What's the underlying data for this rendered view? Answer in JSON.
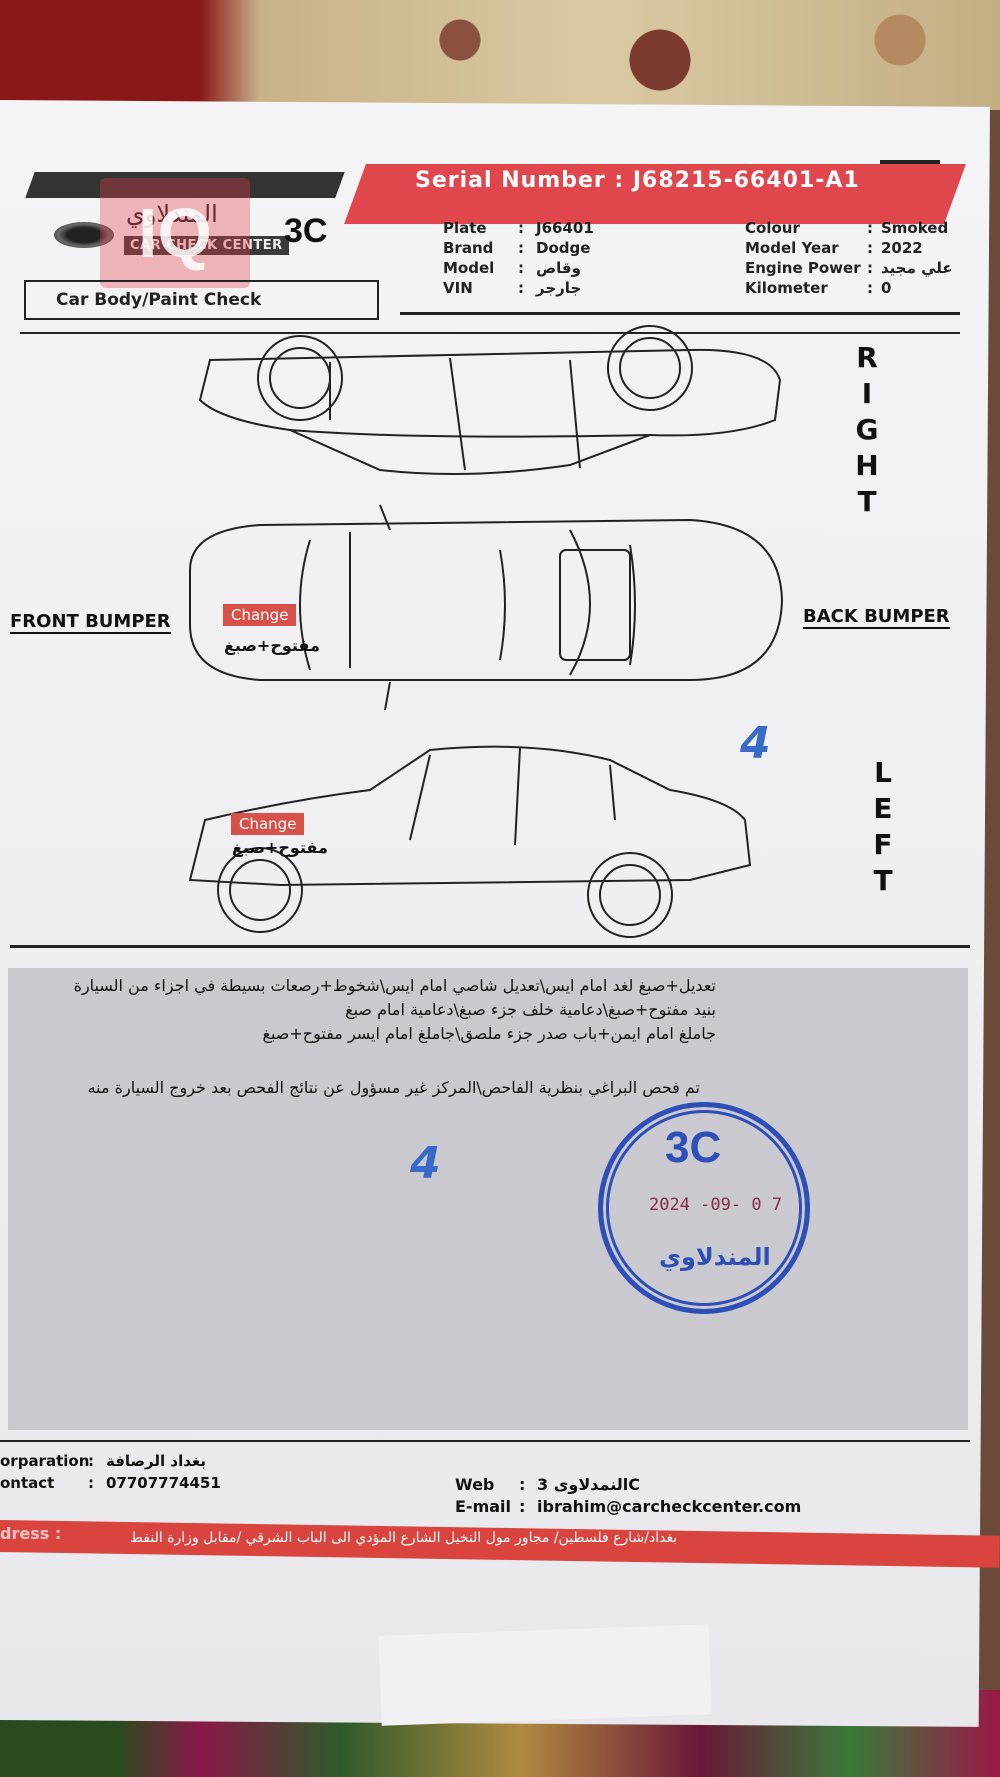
{
  "header": {
    "serial_label": "Serial Number :",
    "serial_value": "J68215-66401-A1",
    "logo_arabic": "المندلاوي",
    "logo_sub": "CAR CHECK CENTER",
    "logo_brand": "3C",
    "watermark": "IQ",
    "section_title": "Car Body/Paint Check"
  },
  "vehicle": {
    "left": [
      {
        "label": "Plate",
        "value": "J66401"
      },
      {
        "label": "Brand",
        "value": "Dodge"
      },
      {
        "label": "Model",
        "value": "وقاص"
      },
      {
        "label": "VIN",
        "value": "جارجر"
      }
    ],
    "right": [
      {
        "label": "Colour",
        "value": "Smoked"
      },
      {
        "label": "Model Year",
        "value": "2022"
      },
      {
        "label": "Engine Power",
        "value": "علي مجيد"
      },
      {
        "label": "Kilometer",
        "value": "0"
      }
    ]
  },
  "diagram": {
    "right_label": "RIGHT",
    "left_label": "LEFT",
    "front_bumper": "FRONT BUMPER",
    "back_bumper": "BACK BUMPER",
    "change_tag": "Change",
    "repair_note": "مفتوح+صبغ",
    "handwritten_mark": "4"
  },
  "notes": {
    "lines": [
      "تعديل+صبغ لغد امام ايس\\تعديل شاصي امام ايس\\شخوط+رصعات بسيطة في اجزاء من السيارة",
      "بنيد مفتوح+صبغ\\دعامية خلف جزء صبغ\\دعامية امام صبغ",
      "جاملغ امام ايمن+باب صدر جزء ملصق\\جاملغ امام ايسر مفتوح+صبغ"
    ],
    "disclaimer": "تم فحص البراغي بنظرية الفاحص\\المركز غير مسؤول عن نتائج الفحص بعد خروج السيارة منه",
    "handwritten_mark": "4"
  },
  "stamp": {
    "brand": "3C",
    "date": "2024 -09- 0 7",
    "name": "المندلاوي"
  },
  "footer": {
    "left": [
      {
        "label": "orparation",
        "value": "بغداد الرصافة"
      },
      {
        "label": "ontact",
        "value": "07707774451"
      }
    ],
    "right": [
      {
        "label": "Web",
        "value": "3 النمدلاوىC"
      },
      {
        "label": "E-mail",
        "value": "ibrahim@carcheckcenter.com"
      }
    ],
    "address_label": "dress :",
    "address_value": "بغداد/شارع فلسطين/ مجاور مول النخيل الشارع المؤدي الى الباب الشرقي /مقابل وزارة النفط"
  }
}
